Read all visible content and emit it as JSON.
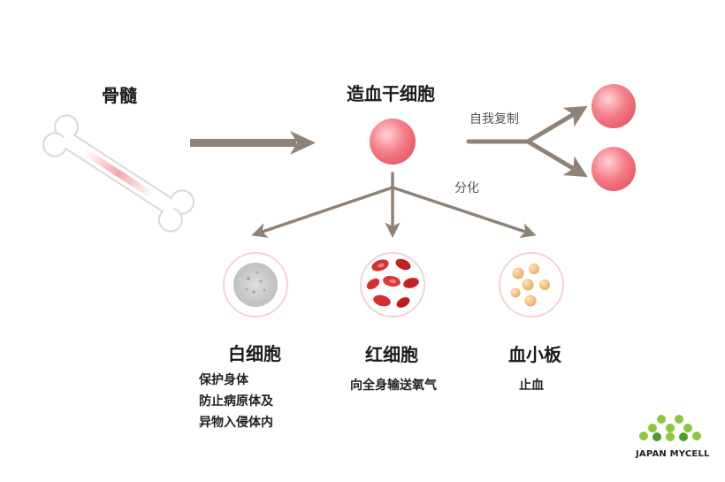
{
  "labels": {
    "bone_marrow": "骨髓",
    "stem_cell": "造血干细胞",
    "self_renewal": "自我复制",
    "differentiation": "分化"
  },
  "cells": [
    {
      "name": "白细胞",
      "lines": [
        "保护身体",
        "防止病原体及",
        "异物入侵体内"
      ]
    },
    {
      "name": "红细胞",
      "lines": [
        "向全身输送氧气"
      ]
    },
    {
      "name": "血小板",
      "lines": [
        "止血"
      ]
    }
  ],
  "logo": {
    "text": "JAPAN MYCELL"
  },
  "colors": {
    "arrow": "#8f8378",
    "stem_cell": "#f07c86",
    "red_blood_cell": "#d92b2b",
    "platelet": "#f3b665",
    "logo_green": "#8dc63f"
  }
}
